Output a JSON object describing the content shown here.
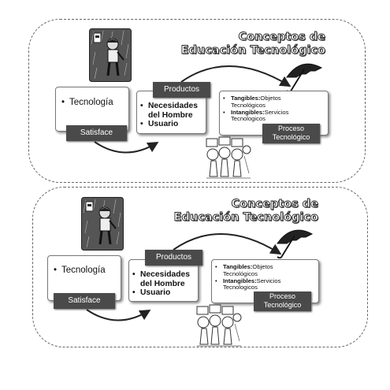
{
  "panels": [
    {
      "title_line1": "Conceptos de",
      "title_line2": "Educación Tecnológico",
      "box1_item": "Tecnología",
      "box1_tag": "Satisface",
      "box2_tag": "Productos",
      "box2_items": [
        "Necesidades del Hombre",
        "Usuario"
      ],
      "box3_item1_key": "Tangibles:",
      "box3_item1_val": "Objetos Tecnológicos",
      "box3_item2_key": "Intangibles:",
      "box3_item2_val": "Servicios Tecnologicos",
      "box3_tag": "Proceso Tecnológico"
    },
    {
      "title_line1": "Conceptos de",
      "title_line2": "Educación Tecnológico",
      "box1_item": "Tecnología",
      "box1_tag": "Satisface",
      "box2_tag": "Productos",
      "box2_items": [
        "Necesidades del Hombre",
        "Usuario"
      ],
      "box3_item1_key": "Tangibles:",
      "box3_item1_val": "Objetos Tecnológicos",
      "box3_item2_key": "Intangibles:",
      "box3_item2_val": "Servicios Tecnologicos",
      "box3_tag": "Proceso Tecnológico"
    }
  ],
  "icons": [
    "person-in-rain-icon",
    "umbrella-icon",
    "laboratory-equipment-icon",
    "curved-arrow-icon"
  ]
}
